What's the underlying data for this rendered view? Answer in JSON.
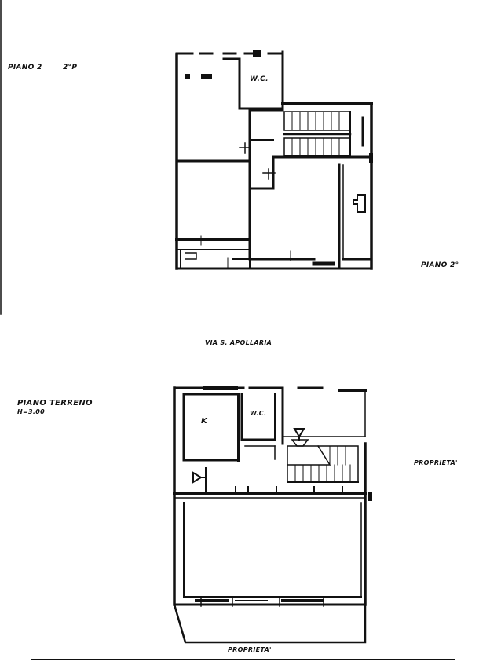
{
  "labels": {
    "floor_2_left": "PIANO 2",
    "floor_2_sub": "2°P",
    "floor_2_right": "PIANO 2°",
    "street": "VIA S. APOLLARIA",
    "ground_floor": "PIANO TERRENO",
    "ground_floor_sub": "H=3.00",
    "property_right": "PROPRIETA'",
    "property_bottom": "PROPRIETA'"
  },
  "rooms": {
    "upper_wc": "W.C.",
    "lower_kitchen": "K",
    "lower_wc": "W.C."
  },
  "colors": {
    "ink": "#111111",
    "paper": "#ffffff",
    "faint": "#bdbdbd"
  }
}
